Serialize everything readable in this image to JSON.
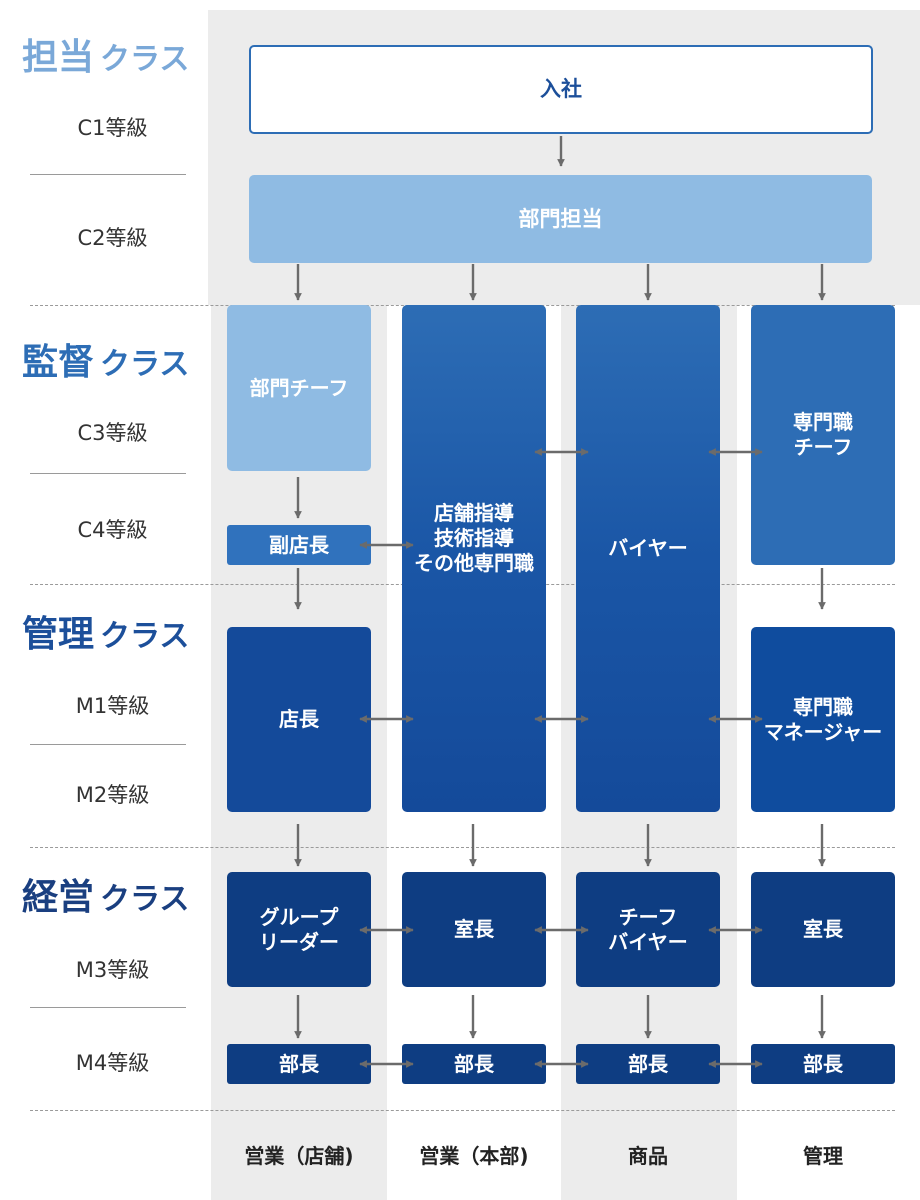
{
  "classes": {
    "tanto": "担当",
    "kantoku": "監督",
    "kanri": "管理",
    "keiei": "経営",
    "suffix": "クラス"
  },
  "grades": [
    "C1等級",
    "C2等級",
    "C3等級",
    "C4等級",
    "M1等級",
    "M2等級",
    "M3等級",
    "M4等級"
  ],
  "boxes": {
    "nyusha": "入社",
    "bumon_tanto": "部門担当",
    "bumon_chief": "部門チーフ",
    "fuku_tencho": "副店長",
    "tencho": "店長",
    "group_leader": "グループ\nリーダー",
    "store_bucho": "部長",
    "tenpo_shido": "店舗指導\n技術指導\nその他専門職",
    "hq_shitsucho": "室長",
    "hq_bucho": "部長",
    "buyer": "バイヤー",
    "chief_buyer": "チーフ\nバイヤー",
    "goods_bucho": "部長",
    "senmon_chief": "専門職\nチーフ",
    "senmon_manager": "専門職\nマネージャー",
    "admin_shitsucho": "室長",
    "admin_bucho": "部長"
  },
  "columns": [
    "営業（店舗)",
    "営業（本部)",
    "商品",
    "管理"
  ],
  "colors": {
    "class_tanto": "#7aa8d8",
    "class_kantoku": "#2d6db5",
    "class_kanri": "#1c4f9a",
    "class_keiei": "#1a3f80",
    "light": "#8fbbe3",
    "mid": "#3072bd",
    "dark": "#10489a",
    "darkest": "#0e3d82",
    "arrow": "#6b6b6b"
  }
}
